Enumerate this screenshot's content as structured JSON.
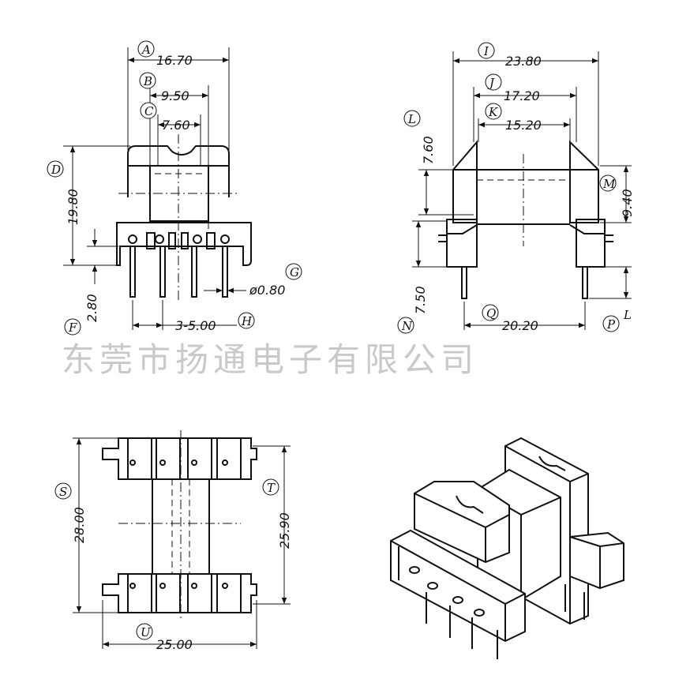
{
  "watermark": "东莞市扬通电子有限公司",
  "labels": {
    "A": "A",
    "B": "B",
    "C": "C",
    "D": "D",
    "E": "F",
    "G": "G",
    "H": "H",
    "I": "I",
    "J": "J",
    "K": "K",
    "L": "L",
    "M": "M",
    "N": "N",
    "P": "P",
    "PL": "L",
    "Q": "Q",
    "S": "S",
    "T": "T",
    "U": "U"
  },
  "dims": {
    "A": "16.70",
    "B": "9.50",
    "C": "7.60",
    "D": "19.80",
    "F": "2.80",
    "G": "ø0.80",
    "H": "3-5.00",
    "I": "23.80",
    "J": "17.20",
    "K": "15.20",
    "L": "7.60",
    "M": "9.40",
    "N": "7.50",
    "Q": "20.20",
    "S": "28.00",
    "T": "25.90",
    "U": "25.00"
  }
}
